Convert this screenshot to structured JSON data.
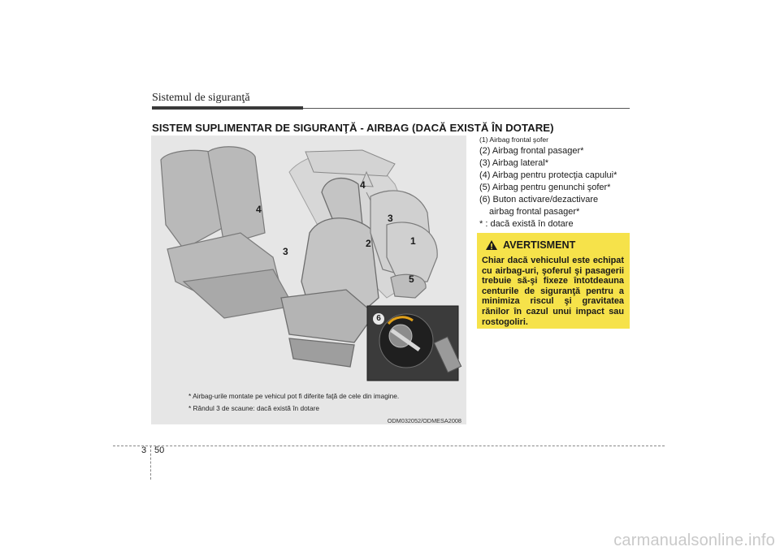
{
  "header": {
    "section": "Sistemul de siguranţă"
  },
  "heading": "SISTEM SUPLIMENTAR DE SIGURANŢĂ - AIRBAG (DACĂ EXISTĂ ÎN DOTARE)",
  "figure": {
    "markers": [
      "1",
      "2",
      "3",
      "3",
      "4",
      "4",
      "5",
      "6"
    ],
    "notes": [
      "* Airbag-urile montate pe vehicul pot fi diferite faţă de cele din imagine.",
      "* Rândul 3 de scaune: dacă există în dotare"
    ],
    "code": "ODM032052/ODMESA2008"
  },
  "items": [
    "(1) Airbag frontal şofer",
    "(2) Airbag frontal pasager*",
    "(3) Airbag lateral*",
    "(4) Airbag pentru protecţia capului*",
    "(5) Airbag pentru genunchi şofer*",
    "(6) Buton activare/dezactivare",
    "airbag frontal pasager*",
    "* : dacă există în dotare"
  ],
  "warning": {
    "title": "AVERTISMENT",
    "body": "Chiar dacă vehiculul este echipat cu airbag-uri, şoferul şi pasagerii trebuie să-şi fixeze întotdeauna centurile de siguranţă pentru a minimiza riscul şi gravitatea rănilor în cazul unui impact sau rostogoliri.",
    "color": "#f6e24a"
  },
  "footer": {
    "chapter": "3",
    "page": "50",
    "watermark": "carmanualsonline.info"
  }
}
